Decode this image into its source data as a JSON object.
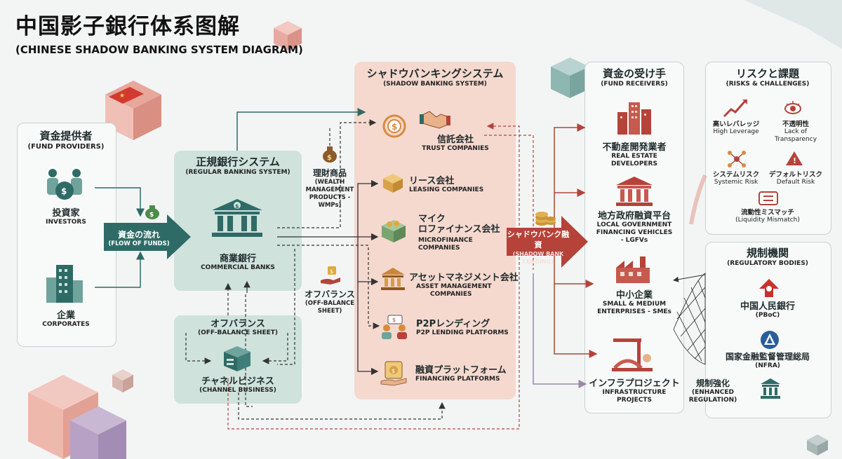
{
  "title": "中国影子銀行体系图解",
  "subtitle": "(CHINESE SHADOW BANKING SYSTEM DIAGRAM)",
  "fund_providers": {
    "title_jp": "資金提供者",
    "title_en": "(FUND PROVIDERS)",
    "investors_jp": "投資家",
    "investors_en": "INVESTORS",
    "corporates_jp": "企業",
    "corporates_en": "CORPORATES"
  },
  "flow_of_funds": {
    "jp": "資金の流れ",
    "en": "(FLOW OF FUNDS)"
  },
  "regular_banking": {
    "title_jp": "正規銀行システム",
    "title_en": "(REGULAR BANKING SYSTEM)",
    "banks_jp": "商業銀行",
    "banks_en": "COMMERCIAL BANKS",
    "obs_jp": "オフバランス",
    "obs_en": "(OFF-BALANCE SHEET)",
    "channel_jp": "チャネルビジネス",
    "channel_en": "(CHANNEL BUSINESS)"
  },
  "wmp_label": {
    "jp": "理財商品",
    "en1": "(WEALTH",
    "en2": "MANAGEMENT",
    "en3": "PRODUCTS -",
    "en4": "WMPs)"
  },
  "obs_side_label": {
    "jp": "オフバランス",
    "en1": "(OFF-BALANCE",
    "en2": "SHEET)"
  },
  "shadow_banking": {
    "title_jp": "シャドウバンキングシステム",
    "title_en": "(SHADOW BANKING SYSTEM)",
    "items": [
      {
        "jp": "信託会社",
        "en": "TRUST COMPANIES",
        "en2": ""
      },
      {
        "jp": "リース会社",
        "en": "LEASING COMPANIES",
        "en2": ""
      },
      {
        "jp": "マイク",
        "jp2": "ロファイナンス会社",
        "en": "MICROFINANCE",
        "en2": "COMPANIES"
      },
      {
        "jp": "アセットマネジメント会社",
        "en": "ASSET MANAGEMENT",
        "en2": "COMPANIES"
      },
      {
        "jp": "P2Pレンディング",
        "en": "P2P LENDING PLATFORMS",
        "en2": ""
      },
      {
        "jp": "融資プラットフォーム",
        "en": "FINANCING PLATFORMS",
        "en2": ""
      }
    ]
  },
  "shadow_lending": {
    "jp": "シャドウバンク融資",
    "en1": "(SHADOW BANK",
    "en2": "LENDING)"
  },
  "fund_receivers": {
    "title_jp": "資金の受け手",
    "title_en": "(FUND RECEIVERS)",
    "items": [
      {
        "jp": "不動産開発業者",
        "en1": "REAL ESTATE",
        "en2": "DEVELOPERS",
        "en3": ""
      },
      {
        "jp": "地方政府融資平台",
        "en1": "LOCAL GOVERNMENT",
        "en2": "FINANCING VEHICLES",
        "en3": "- LGFVs"
      },
      {
        "jp": "中小企業",
        "en1": "SMALL & MEDIUM",
        "en2": "ENTERPRISES - SMEs",
        "en3": ""
      },
      {
        "jp": "インフラプロジェクト",
        "en1": "INFRASTRUCTURE",
        "en2": "PROJECTS",
        "en3": ""
      }
    ]
  },
  "risks": {
    "title_jp": "リスクと課題",
    "title_en": "(RISKS & CHALLENGES)",
    "items": [
      {
        "jp": "高いレバレッジ",
        "en": "High Leverage",
        "en2": ""
      },
      {
        "jp": "不透明性",
        "en": "Lack of",
        "en2": "Transparency"
      },
      {
        "jp": "システムリスク",
        "en": "Systemic Risk",
        "en2": ""
      },
      {
        "jp": "デフォルトリスク",
        "en": "Default Risk",
        "en2": ""
      },
      {
        "jp": "流動性ミスマッチ",
        "en": "(Liquidity Mismatch)",
        "en2": ""
      }
    ]
  },
  "regulators": {
    "title_jp": "規制機関",
    "title_en": "(REGULATORY BODIES)",
    "pboc_jp": "中国人民銀行",
    "pboc_en": "(PBoC)",
    "nfra_jp": "国家金融監督管理総局",
    "nfra_en": "(NFRA)",
    "enh_jp": "規制強化",
    "enh_en1": "(ENHANCED",
    "enh_en2": "REGULATION)"
  },
  "colors": {
    "teal": "#2f6b66",
    "shadow_red": "#b5433a",
    "shadow_bg": "#f5d9cf",
    "bank_bg": "#cfe2dc"
  }
}
